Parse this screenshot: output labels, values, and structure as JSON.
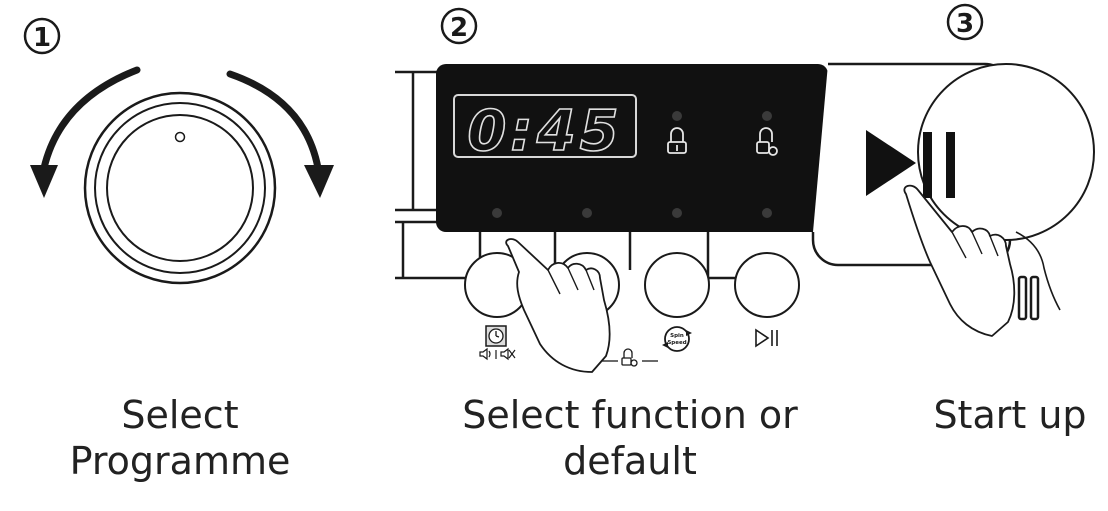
{
  "steps": [
    {
      "number": "1",
      "caption_lines": [
        "Select",
        "Programme"
      ]
    },
    {
      "number": "2",
      "caption_lines": [
        "Select function or",
        "default"
      ]
    },
    {
      "number": "3",
      "caption_lines": [
        "Start up"
      ]
    }
  ],
  "display": {
    "time": "0:45"
  },
  "button_labels": {
    "spin_speed": "Spin\nSpeed"
  },
  "colors": {
    "panel": "#111111",
    "line": "#1a1a1a",
    "display_outline": "#d8d8d8"
  },
  "icons": [
    "rotate-left-arrow-icon",
    "rotate-right-arrow-icon",
    "timer-icon",
    "sound-icon",
    "child-lock-icon",
    "key-lock-icon",
    "spin-speed-icon",
    "play-pause-icon",
    "pointing-hand-icon"
  ]
}
